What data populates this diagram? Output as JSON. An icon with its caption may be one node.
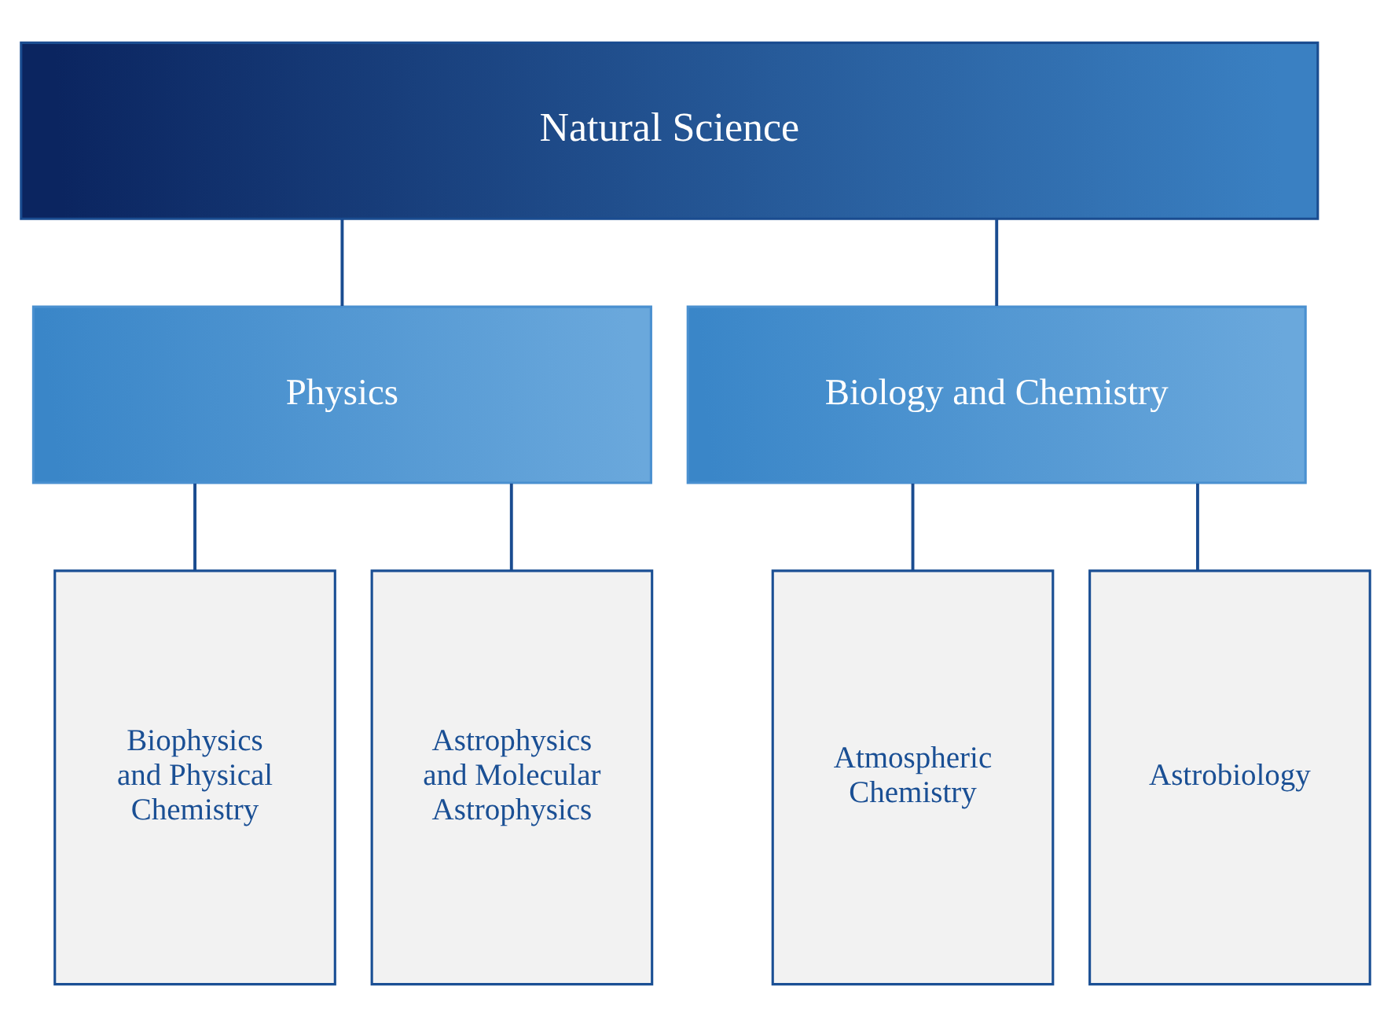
{
  "diagram": {
    "nodes": [
      {
        "text": [
          "Natural Science"
        ]
      },
      {
        "text": [
          "Physics"
        ]
      },
      {
        "text": [
          "Biology and Chemistry"
        ]
      },
      {
        "text": [
          "Biophysics and Physical Chemistry"
        ]
      },
      {
        "text": [
          "Astrophysics and Molecular Astrophysics"
        ]
      },
      {
        "text": [
          "Atmospheric Chemistry"
        ]
      },
      {
        "text": [
          "Astrobiology"
        ]
      }
    ],
    "edges": [
      {
        "from": 0,
        "to": 1,
        "arrow": "none"
      },
      {
        "from": 0,
        "to": 2,
        "arrow": "none"
      },
      {
        "from": 1,
        "to": 3,
        "arrow": "none"
      },
      {
        "from": 1,
        "to": 4,
        "arrow": "none"
      },
      {
        "from": 2,
        "to": 5,
        "arrow": "none"
      },
      {
        "from": 2,
        "to": 6,
        "arrow": "none"
      }
    ]
  }
}
